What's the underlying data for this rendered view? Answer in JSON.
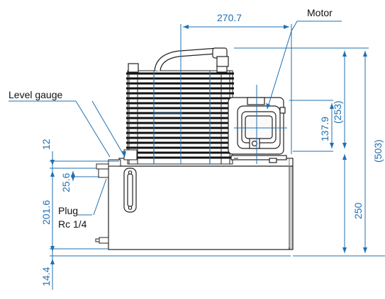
{
  "labels": {
    "motor": "Motor",
    "level_gauge": "Level gauge",
    "plug_line1": "Plug",
    "plug_line2": "Rc 1/4"
  },
  "dimensions": {
    "top_width": "270.7",
    "motor_height": "137.9",
    "upper_height": "(253)",
    "total_height": "(503)",
    "tank_height": "250",
    "left_offset": "12",
    "plug_offset": "25.6",
    "left_height": "201.6",
    "bottom_offset": "14.4"
  },
  "colors": {
    "dimension": "#1f6fb2",
    "outline": "#222222",
    "fill": "#ffffff"
  }
}
